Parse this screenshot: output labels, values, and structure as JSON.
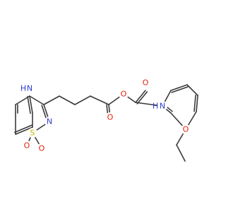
{
  "molecule": {
    "colors": {
      "bond": "#3a3a3a",
      "nitrogen": "#2f3dcc",
      "oxygen": "#e8200c",
      "sulfur": "#c7b600"
    },
    "labels": {
      "ring_nh": "N",
      "ring_nh_h": "H",
      "ring_n": "N",
      "sulfonyl_s": "S",
      "sulfonyl_o_left": "O",
      "sulfonyl_o_right": "O",
      "carbonyl_o_ester": "O",
      "ester_o": "O",
      "carbonyl_o_amide": "O",
      "amide_nh": "N",
      "amide_nh_h": "H",
      "ether_o": "O"
    }
  }
}
